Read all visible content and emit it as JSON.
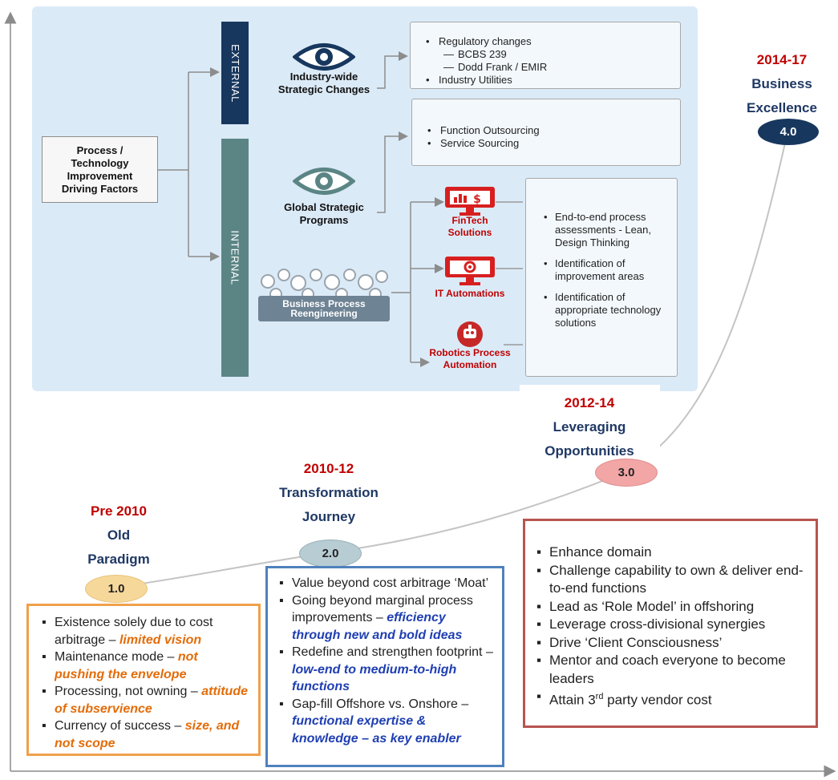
{
  "factors": {
    "driver": "Process / Technology Improvement Driving Factors",
    "external_label": "EXTERNAL",
    "internal_label": "INTERNAL",
    "industry_label": "Industry-wide Strategic Changes",
    "global_label": "Global Strategic Programs",
    "bpr_line1": "Business Process",
    "bpr_line2": "Reengineering",
    "regulatory": [
      "Regulatory changes",
      "BCBS 239",
      "Dodd Frank / EMIR",
      "Industry Utilities"
    ],
    "sourcing": [
      "Function Outsourcing",
      "Service Sourcing"
    ],
    "fintech": "FinTech Solutions",
    "it": "IT Automations",
    "rpa": "Robotics Process Automation",
    "right_box": [
      "End-to-end process assessments - Lean, Design Thinking",
      "Identification of improvement areas",
      "Identification of appropriate technology solutions"
    ]
  },
  "stages": [
    {
      "year": "Pre 2010",
      "name_l1": "Old",
      "name_l2": "Paradigm",
      "version": "1.0",
      "color": "#f6d89a"
    },
    {
      "year": "2010-12",
      "name_l1": "Transformation",
      "name_l2": "Journey",
      "version": "2.0",
      "color": "#b7cdd3"
    },
    {
      "year": "2012-14",
      "name_l1": "Leveraging",
      "name_l2": "Opportunities",
      "version": "3.0",
      "color": "#f2a6a6"
    },
    {
      "year": "2014-17",
      "name_l1": "Business",
      "name_l2": "Excellence",
      "version": "4.0",
      "color": "#17375e"
    }
  ],
  "card1": {
    "items": [
      {
        "plain": "Existence solely due to cost arbitrage – ",
        "hl": "limited vision"
      },
      {
        "plain": "Maintenance mode – ",
        "hl": "not pushing the envelope"
      },
      {
        "plain": "Processing, not owning – ",
        "hl": "attitude of subservience"
      },
      {
        "plain": "Currency of success – ",
        "hl": "size, and not scope"
      }
    ]
  },
  "card2": {
    "items": [
      {
        "plain": "Value beyond cost arbitrage ‘Moat’",
        "hl": ""
      },
      {
        "plain": "Going beyond marginal process improvements – ",
        "hl": "efficiency through new and bold ideas"
      },
      {
        "plain": "Redefine and strengthen footprint – ",
        "hl": "low-end to medium-to-high functions"
      },
      {
        "plain": "Gap-fill Offshore vs. Onshore – ",
        "hl": "functional expertise & knowledge – as key enabler"
      }
    ]
  },
  "card3": {
    "items": [
      "Enhance domain",
      "Challenge capability to own & deliver end-to-end functions",
      "Lead as ‘Role Model’ in offshoring",
      "Leverage cross-divisional synergies",
      "Drive ‘Client Consciousness’",
      "Mentor and coach everyone to become leaders"
    ],
    "last_pre": "Attain 3",
    "last_sup": "rd",
    "last_post": " party vendor cost"
  },
  "icons": [
    "eye-icon",
    "gears-icon",
    "monitor-dollar-icon",
    "monitor-gear-icon",
    "robot-icon"
  ]
}
